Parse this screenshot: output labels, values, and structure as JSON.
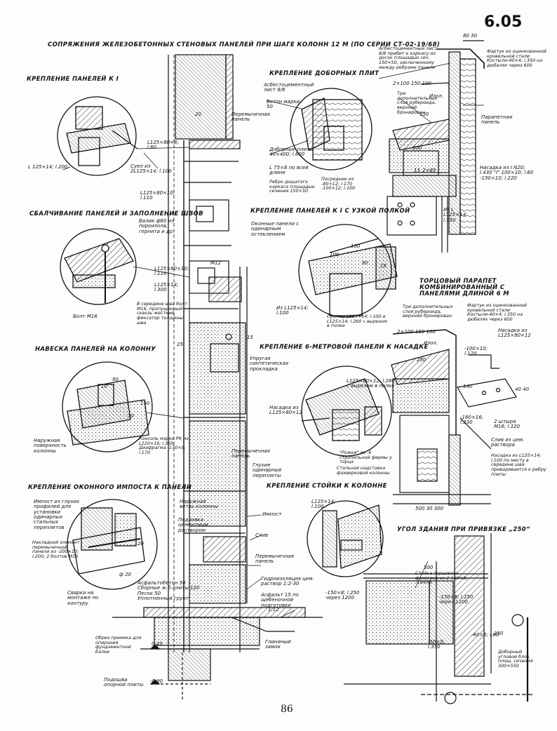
{
  "sheet": {
    "number": "6.05",
    "page": "86",
    "main_title": "СОПРЯЖЕНИЯ ЖЕЛЕЗОБЕТОННЫХ СТЕНОВЫХ ПАНЕЛЕЙ ПРИ ШАГЕ КОЛОНН 12 М (ПО СЕРИИ СТ-02-19/68)"
  },
  "headings": {
    "panels_to_I": "КРЕПЛЕНИЕ ПАНЕЛЕЙ К I",
    "caulking": "СБАЛЧИВАНИЕ ПАНЕЛЕЙ И ЗАПОЛНЕНИЕ ШВОВ",
    "hanging": "НАВЕСКА ПАНЕЛЕЙ НА КОЛОННУ",
    "window_mullion": "КРЕПЛЕНИЕ ОКОННОГО ИМПОСТА К ПАНЕЛИ",
    "extra_plates": "КРЕПЛЕНИЕ ДОБОРНЫХ ПЛИТ",
    "narrow_flange": "КРЕПЛЕНИЕ ПАНЕЛЕЙ К I С УЗКОЙ ПОЛКОЙ",
    "six_m_panel": "КРЕПЛЕНИЕ 6-МЕТРОВОЙ ПАНЕЛИ К НАСАДКЕ",
    "post_to_column": "КРЕПЛЕНИЕ СТОЙКИ К КОЛОННЕ",
    "end_parapet": "ТОРЦОВЫЙ ПАРАПЕТ КОМБИНИРОВАННЫЙ С ПАНЕЛЯМИ ДЛИНОЙ 6 М",
    "corner": "УГОЛ ЗДАНИЯ ПРИ ПРИВЯЗКЕ „250“"
  },
  "labels": {
    "l125x14_200": "L 125×14; l.200",
    "l125x80x8": "L125×80×8; l.60",
    "clip_2l": "Суеп из 2L125×14; l.100",
    "d20_a": "20",
    "l125x80x10": "L125×80×10; l.110",
    "roller": "Валик ф60 из пороизола, гернита и др.",
    "l125x80x10_b": "L125×80×10; l.110",
    "l125x14_300": "L125×14; l.300",
    "m12": "M12",
    "bolt_m16": "Болт М16",
    "middle_seam": "В середине шва болт М16, пропущенный сквозь жесткий фиксатор толщины шва",
    "d25": "25",
    "d15": "15",
    "d10": "10",
    "d90": "90",
    "d30": "30",
    "d150": "150",
    "outer_surface": "Наружная поверхность колонны",
    "console": "Консоль марки РК из L220×16; l.360 Диафрагма -170×8; l.170",
    "elastic_pad": "Упругая синтетическая прокладка",
    "lintel_panel": "Перемычечная панель",
    "d20_b": "20",
    "asb_sheet_88": "Асбестоцементный лист 8/8",
    "concrete_50": "Бетон марки 50",
    "lintel_panel_b": "Перемычечная панель",
    "extra_plates_40": "Доборные плиты 40×400; l.600",
    "l75x8": "L 75×8 по всей длине",
    "rib": "Ребро дощатого каркаса площадью сечения 150×50",
    "shims": "Посредник из -80×12; l.170 -100×12; l.100",
    "oconnye_panels": "Оконные панели с одинарным остеклением",
    "d100a": "100",
    "d100b": "100",
    "d80": "80",
    "d16": "16",
    "l125x14_100": "Из L125×14; l.100",
    "clip_l125": "Суеп из L125×14; l.100 и L125×14; l.260 с вырезом в полке",
    "asb_top": "Асбестоцементный лист 8/8 прибит к каркасу из досок площадью сеч. 150×50, заключенному между ребрами панели",
    "d80_30": "80  30",
    "apron": "Фартук из оцинкованной кровельной стали Костыли-40×4; l.350 на дюбелях через 600",
    "three_layers": "Три дополнительных слоя рубероида, верхний бронирован",
    "dim_2x100": "2×100  150  100",
    "insul": "Изол.",
    "d150b": "150",
    "d200": "200",
    "d15b": "15",
    "d2x85": "2×85",
    "parapet_panel": "Парапетная панель",
    "nasadka": "Насадка из I N20; l.430 \"I\" 100×10; l.60 -150×10; l.220",
    "l_l125x14_150": "Из L L125×14; l.150",
    "three_layers_b": "Три дополнительных слоя рубероида, верхний бронирован",
    "dim_2x100b": "2×100  150  100",
    "insul_b": "Изол.",
    "d250": "250",
    "apron_b": "Фартук из оцинкованной кровельной стали Костыли-40×4; l.350 на дюбелях через 600",
    "nasadka_b": "Насадка из L125×80×12",
    "dim_100x10": "-100×10; l.120",
    "dim_140": "140",
    "dim_4040": "40 40",
    "dim_1601": "-160×16; l.330",
    "two_pins": "2 штыря М16; l.120",
    "l125x80x12_260": "L125×80×12; l.260 с вырезом в полке",
    "nasadka_c": "Насадка из L125×80×12",
    "rozhki": "\"Рожки\" из -6 стропильной фермы у торца",
    "steel_nasadka": "Стальная надставка фахверковой колонны",
    "blind_bindings": "Глухие одинарные переплеты",
    "drain_cem": "Слив из цем. раствора",
    "nasadka_d": "Насадка из L125×14; l.100 по месту в середине шва приваривается к ребру плиты",
    "dim_500_30_300": "500   30   300",
    "outer_branch": "Наружная ветвь колонны",
    "cement_grout": "Подливка цементным раствором",
    "impost": "Импост",
    "drain": "Слив",
    "lintel_panel_c": "Перемычечная панель",
    "waterproofing": "Гидроизоляция цем. раствор 1:2-30",
    "impost_from": "Импост из глухих профилей для установки одинарных стальных переплетов",
    "tilt_element": "Накладной элемент перемычечной панели из -200×10; l.200; 2 болтов М16",
    "d20_c": "20",
    "d020": "ф 20",
    "weld_note": "Сварка на монтаже по контуру",
    "asphalt_concrete": "Асфальтобетон 50\nСборные ж.б.плиты 120\nПесок 50\nУплотненный грунт",
    "asphalt_15": "Асфальт 15 по щебеночной подготовке",
    "slope": "1:12",
    "d045": "0.45",
    "clay_lock": "Глиняный замок",
    "cut_note": "Обрез приямка для опирания фундаментной балки",
    "foot": "Подошва опорной плиты",
    "dm090": "-0.90",
    "l125x14_c": "L125×14; l.100",
    "dim_150x8": "-150×8; l.250 через 1200",
    "corner_500": "500",
    "corner_stoika": "Стойка торцового фахверка из 2-160×8; -184×6",
    "corner_150x8": "-150×8; l.250 через 1200",
    "corner_60x5": "-60×5; l.60",
    "corner_50x5": "-50×5; l.350",
    "d250b": "250",
    "corner_block": "Доборный угловой блок площ. сечения 300×550"
  },
  "colors": {
    "ink": "#111111",
    "paper": "#fdfdfb",
    "hatch": "#333333"
  }
}
